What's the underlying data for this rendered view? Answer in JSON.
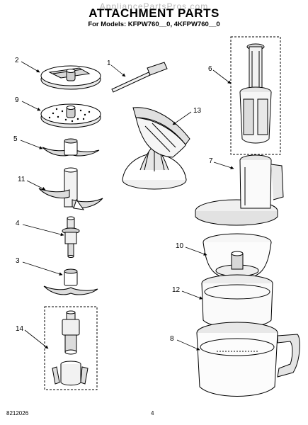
{
  "watermark": "AppliancePartsPros.com",
  "header": {
    "title": "ATTACHMENT PARTS",
    "subtitle": "For Models: KFPW760__0, 4KFPW760__0"
  },
  "callouts": {
    "c1": "1",
    "c2": "2",
    "c3": "3",
    "c4": "4",
    "c5": "5",
    "c6": "6",
    "c7": "7",
    "c8": "8",
    "c9": "9",
    "c10": "10",
    "c11": "11",
    "c12": "12",
    "c13": "13",
    "c14": "14"
  },
  "footer": {
    "doc_number": "8212026",
    "page_number": "4"
  }
}
